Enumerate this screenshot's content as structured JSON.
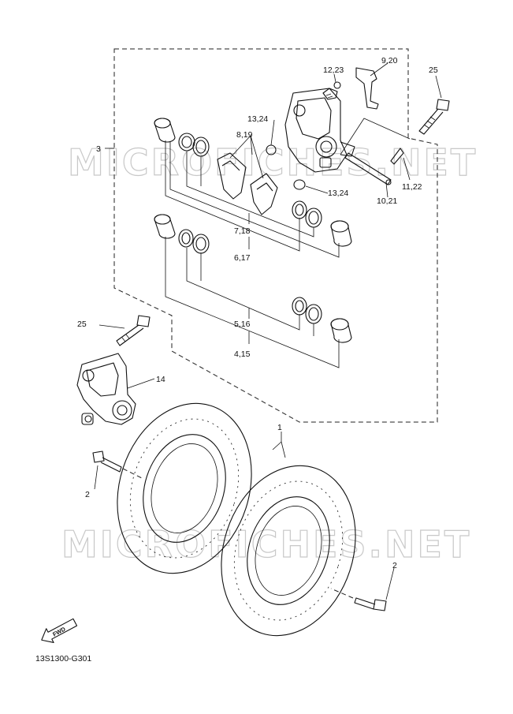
{
  "watermark": "MICROFICHES.NET",
  "diagram_code": "13S1300-G301",
  "fwd_label": "FWD",
  "callouts": {
    "c1": "1",
    "c2a": "2",
    "c2b": "2",
    "c3": "3",
    "c4_15": "4,15",
    "c5_16": "5,16",
    "c6_17": "6,17",
    "c7_18": "7,18",
    "c8_19": "8,19",
    "c9_20": "9,20",
    "c10_21": "10,21",
    "c11_22": "11,22",
    "c12_23": "12,23",
    "c13_24a": "13,24",
    "c13_24b": "13,24",
    "c14": "14",
    "c25a": "25",
    "c25b": "25"
  }
}
